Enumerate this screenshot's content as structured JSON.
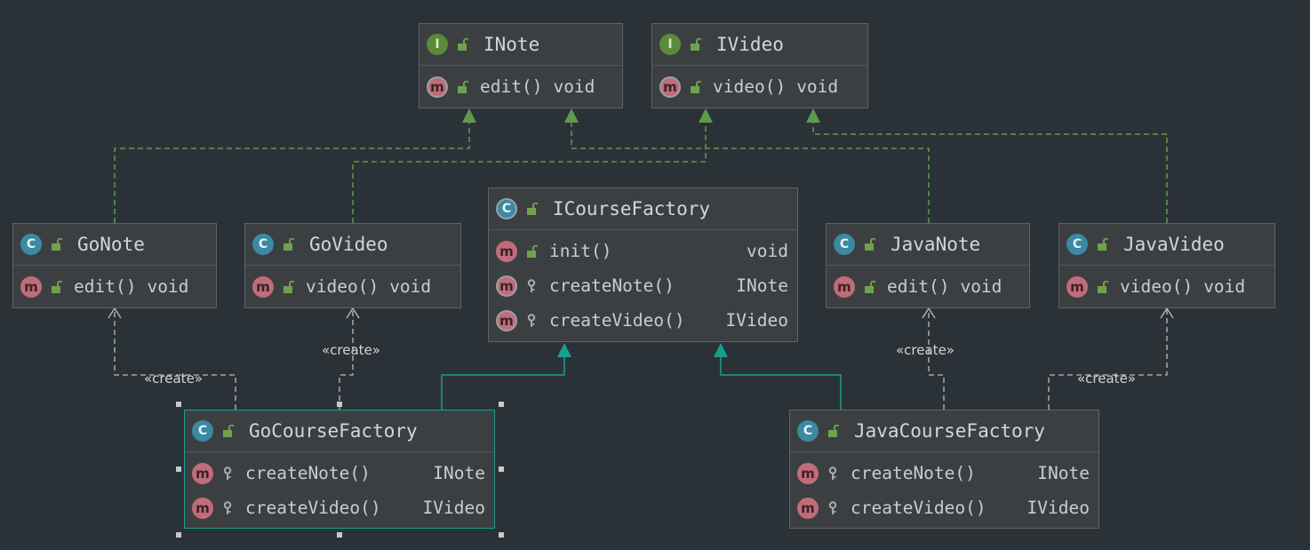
{
  "classes": {
    "inote": {
      "kind": "I",
      "name": "INote",
      "methods": [
        {
          "name": "edit()",
          "type": "void"
        }
      ]
    },
    "ivideo": {
      "kind": "I",
      "name": "IVideo",
      "methods": [
        {
          "name": "video()",
          "type": "void"
        }
      ]
    },
    "icoursefactory": {
      "kind": "C",
      "name": "ICourseFactory",
      "methods": [
        {
          "name": "init()",
          "type": "void"
        },
        {
          "name": "createNote()",
          "type": "INote"
        },
        {
          "name": "createVideo()",
          "type": "IVideo"
        }
      ]
    },
    "gonote": {
      "kind": "C",
      "name": "GoNote",
      "methods": [
        {
          "name": "edit()",
          "type": "void"
        }
      ]
    },
    "govideo": {
      "kind": "C",
      "name": "GoVideo",
      "methods": [
        {
          "name": "video()",
          "type": "void"
        }
      ]
    },
    "javanote": {
      "kind": "C",
      "name": "JavaNote",
      "methods": [
        {
          "name": "edit()",
          "type": "void"
        }
      ]
    },
    "javavideo": {
      "kind": "C",
      "name": "JavaVideo",
      "methods": [
        {
          "name": "video()",
          "type": "void"
        }
      ]
    },
    "gocoursefactory": {
      "kind": "C",
      "name": "GoCourseFactory",
      "methods": [
        {
          "name": "createNote()",
          "type": "INote"
        },
        {
          "name": "createVideo()",
          "type": "IVideo"
        }
      ]
    },
    "javacoursefactory": {
      "kind": "C",
      "name": "JavaCourseFactory",
      "methods": [
        {
          "name": "createNote()",
          "type": "INote"
        },
        {
          "name": "createVideo()",
          "type": "IVideo"
        }
      ]
    }
  },
  "relations": {
    "create_label": "«create»"
  },
  "colors": {
    "background": "#2b3237",
    "box": "#3c3f41",
    "implements_line": "#5e9a4a",
    "extends_line": "#1a9e8f",
    "create_line": "#b8bcc0",
    "interface_badge": "#5a8a3a",
    "class_badge": "#3b89a2",
    "method_badge": "#c06c79"
  },
  "icons": {
    "interface": "interface-icon",
    "class": "class-icon",
    "method": "method-icon",
    "public": "unlock-icon",
    "protected": "key-icon"
  }
}
